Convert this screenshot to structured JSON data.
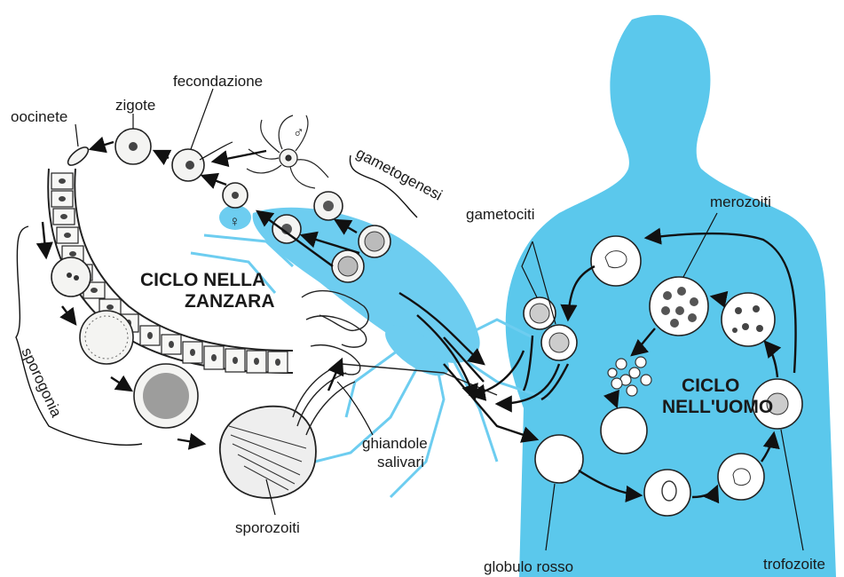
{
  "labels": {
    "oocinete": "oocinete",
    "zigote": "zigote",
    "fecondazione": "fecondazione",
    "male_symbol": "♂",
    "female_symbol": "♀",
    "gametogenesi": "gametogenesi",
    "gametociti": "gametociti",
    "merozoiti": "merozoiti",
    "sporogonia": "sporogonia",
    "ghiandole": "ghiandole",
    "salivari": "salivari",
    "sporozoiti": "sporozoiti",
    "globulo_rosso": "globulo rosso",
    "trofozoite": "trofozoite"
  },
  "titles": {
    "mosquito_line1": "CICLO NELLA",
    "mosquito_line2": "ZANZARA",
    "human_line1": "CICLO",
    "human_line2": "NELL'UOMO"
  },
  "colors": {
    "human_body": "#5bc8ec",
    "mosquito_body": "#6dcdf0",
    "ink": "#1a1a1a"
  }
}
